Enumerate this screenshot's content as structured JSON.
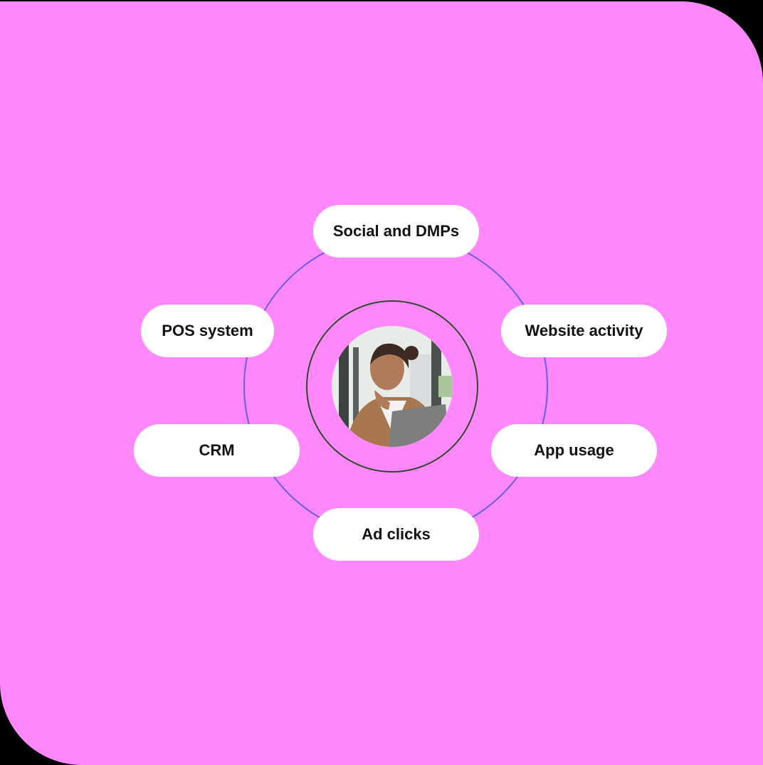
{
  "colors": {
    "background": "#ff88fc",
    "outer_ring": "#6a5cf0",
    "inner_ring": "#2f4a2a",
    "pill": "#ffffff"
  },
  "center": {
    "image": "woman-with-laptop-photo"
  },
  "nodes": [
    {
      "label": "Social and DMPs"
    },
    {
      "label": "Website activity"
    },
    {
      "label": "App usage"
    },
    {
      "label": "Ad clicks"
    },
    {
      "label": "CRM"
    },
    {
      "label": "POS system"
    }
  ]
}
